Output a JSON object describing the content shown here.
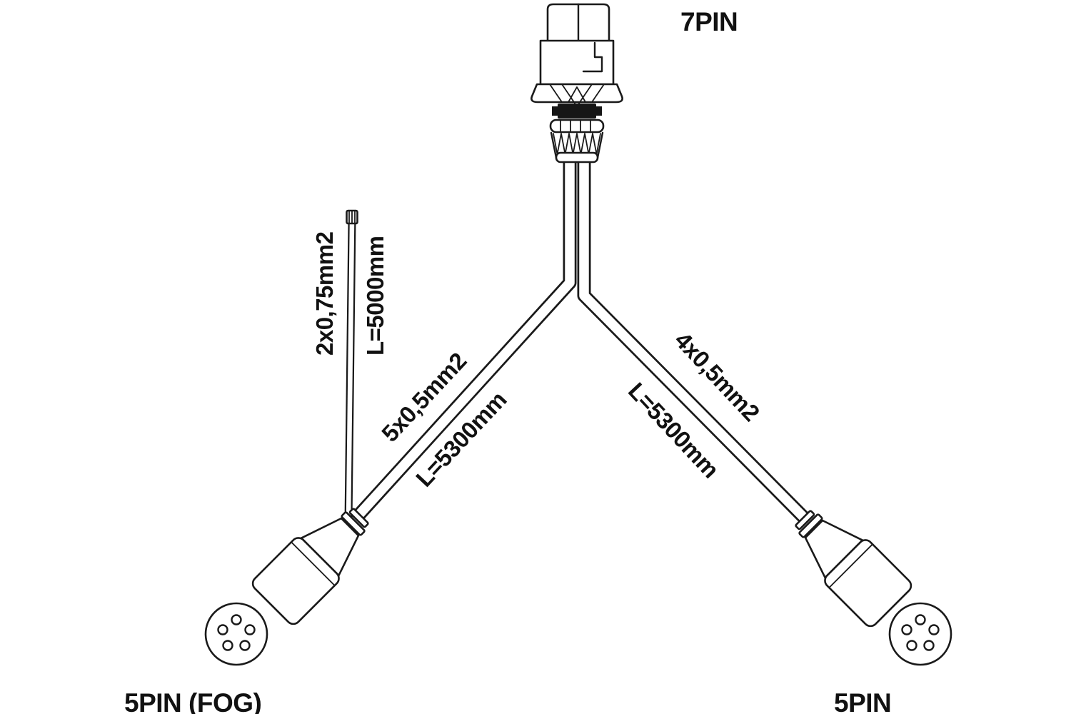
{
  "diagram": {
    "title_7pin": "7PIN",
    "left_connector_label": "5PIN (FOG)",
    "right_connector_label": "5PIN",
    "fog_wire": {
      "spec": "2x0,75mm2",
      "length": "L=5000mm"
    },
    "left_cable": {
      "spec": "5x0,5mm2",
      "length": "L=5300mm"
    },
    "right_cable": {
      "spec": "4x0,5mm2",
      "length": "L=5300mm"
    }
  },
  "colors": {
    "line": "#1a1a1a",
    "background": "#ffffff"
  }
}
